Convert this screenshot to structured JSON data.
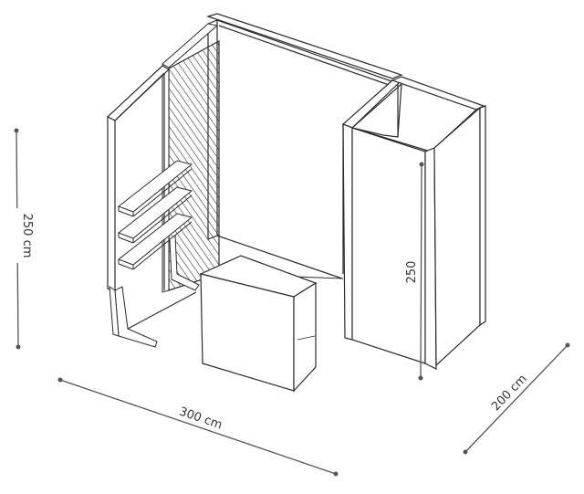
{
  "dimensions": {
    "height_label": "250 cm",
    "width_label": "300 cm",
    "depth_label": "200 cm",
    "inner_height_label": "250"
  },
  "colors": {
    "line": "#2b2b2b",
    "dimension_line": "#555555",
    "label_bg": "#ffffff"
  }
}
